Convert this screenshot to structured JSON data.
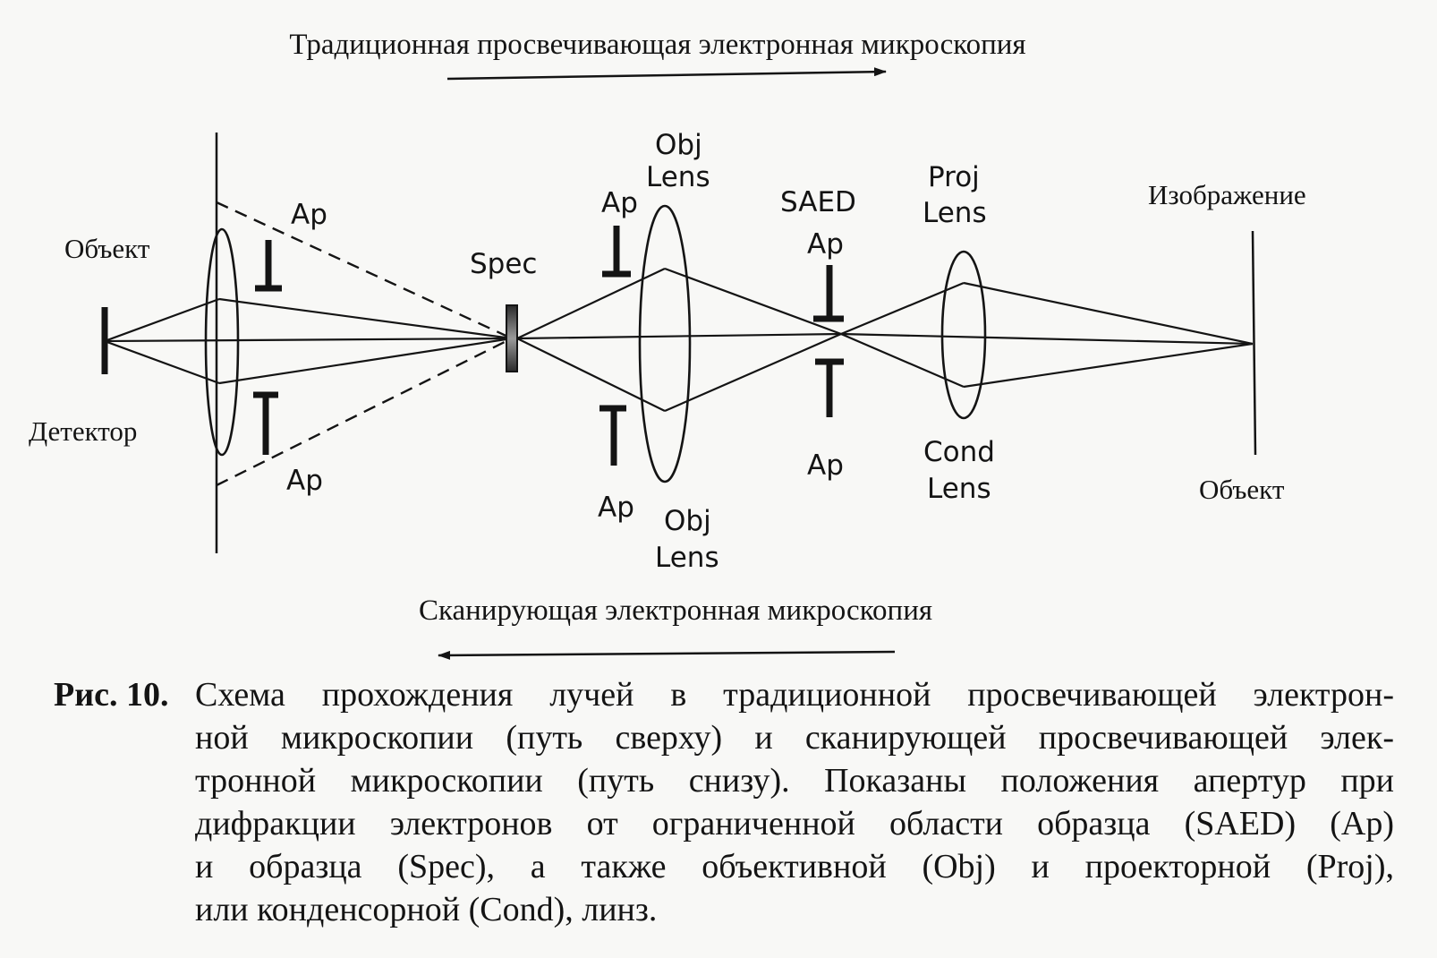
{
  "header_top": "Традиционная просвечивающая электронная микроскопия",
  "header_bottom": "Сканирующая электронная микроскопия",
  "labels": {
    "object_left": "Объект",
    "detector": "Детектор",
    "ap_upper_left": "Ap",
    "ap_lower_left": "Ap",
    "spec": "Spec",
    "ap_upper_obj": "Ap",
    "ap_lower_obj": "Ap",
    "obj_lens_top_1": "Obj",
    "obj_lens_top_2": "Lens",
    "obj_lens_bottom_1": "Obj",
    "obj_lens_bottom_2": "Lens",
    "saed_1": "SAED",
    "saed_2": "Ap",
    "ap_lower_saed": "Ap",
    "proj_lens_1": "Proj",
    "proj_lens_2": "Lens",
    "cond_lens_1": "Cond",
    "cond_lens_2": "Lens",
    "image_right": "Изображение",
    "object_right": "Объект"
  },
  "caption": {
    "label": "Рис. 10.",
    "lines": [
      "Схема прохождения лучей в традиционной просвечивающей электрон-",
      "ной микроскопии (путь сверху) и сканирующей просвечивающей элек-",
      "тронной микроскопии (путь снизу). Показаны положения апертур при",
      "дифракции электронов от ограниченной области образца (SAED) (Ap)",
      "и образца (Spec), а также объективной (Obj) и проекторной (Proj),",
      "или конденсорной (Cond), линз."
    ]
  }
}
